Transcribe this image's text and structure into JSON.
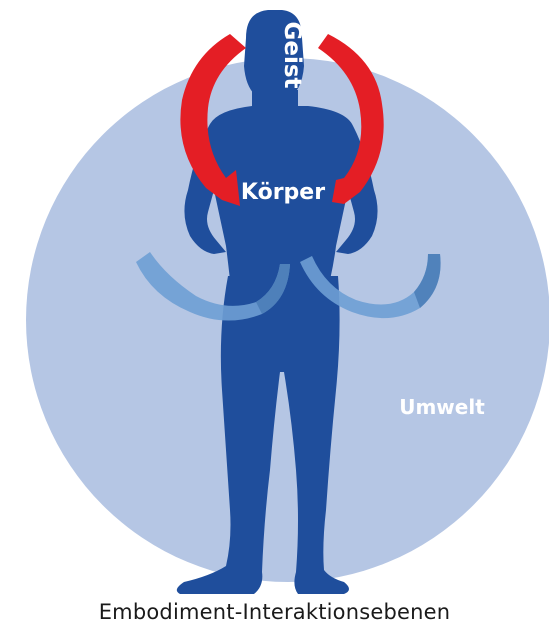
{
  "labels": {
    "mind": "Geist",
    "body": "Körper",
    "environment": "Umwelt"
  },
  "caption": "Embodiment-Interaktionsebenen",
  "colors": {
    "environment_circle": "#b5c6e4",
    "figure": "#1f4e9c",
    "mind_arrows": "#e41e25",
    "environment_arrows_light": "#6e9fd4",
    "environment_arrows_dark": "#4a7cb6",
    "label_text": "#ffffff",
    "caption_text": "#1a1a1a"
  }
}
